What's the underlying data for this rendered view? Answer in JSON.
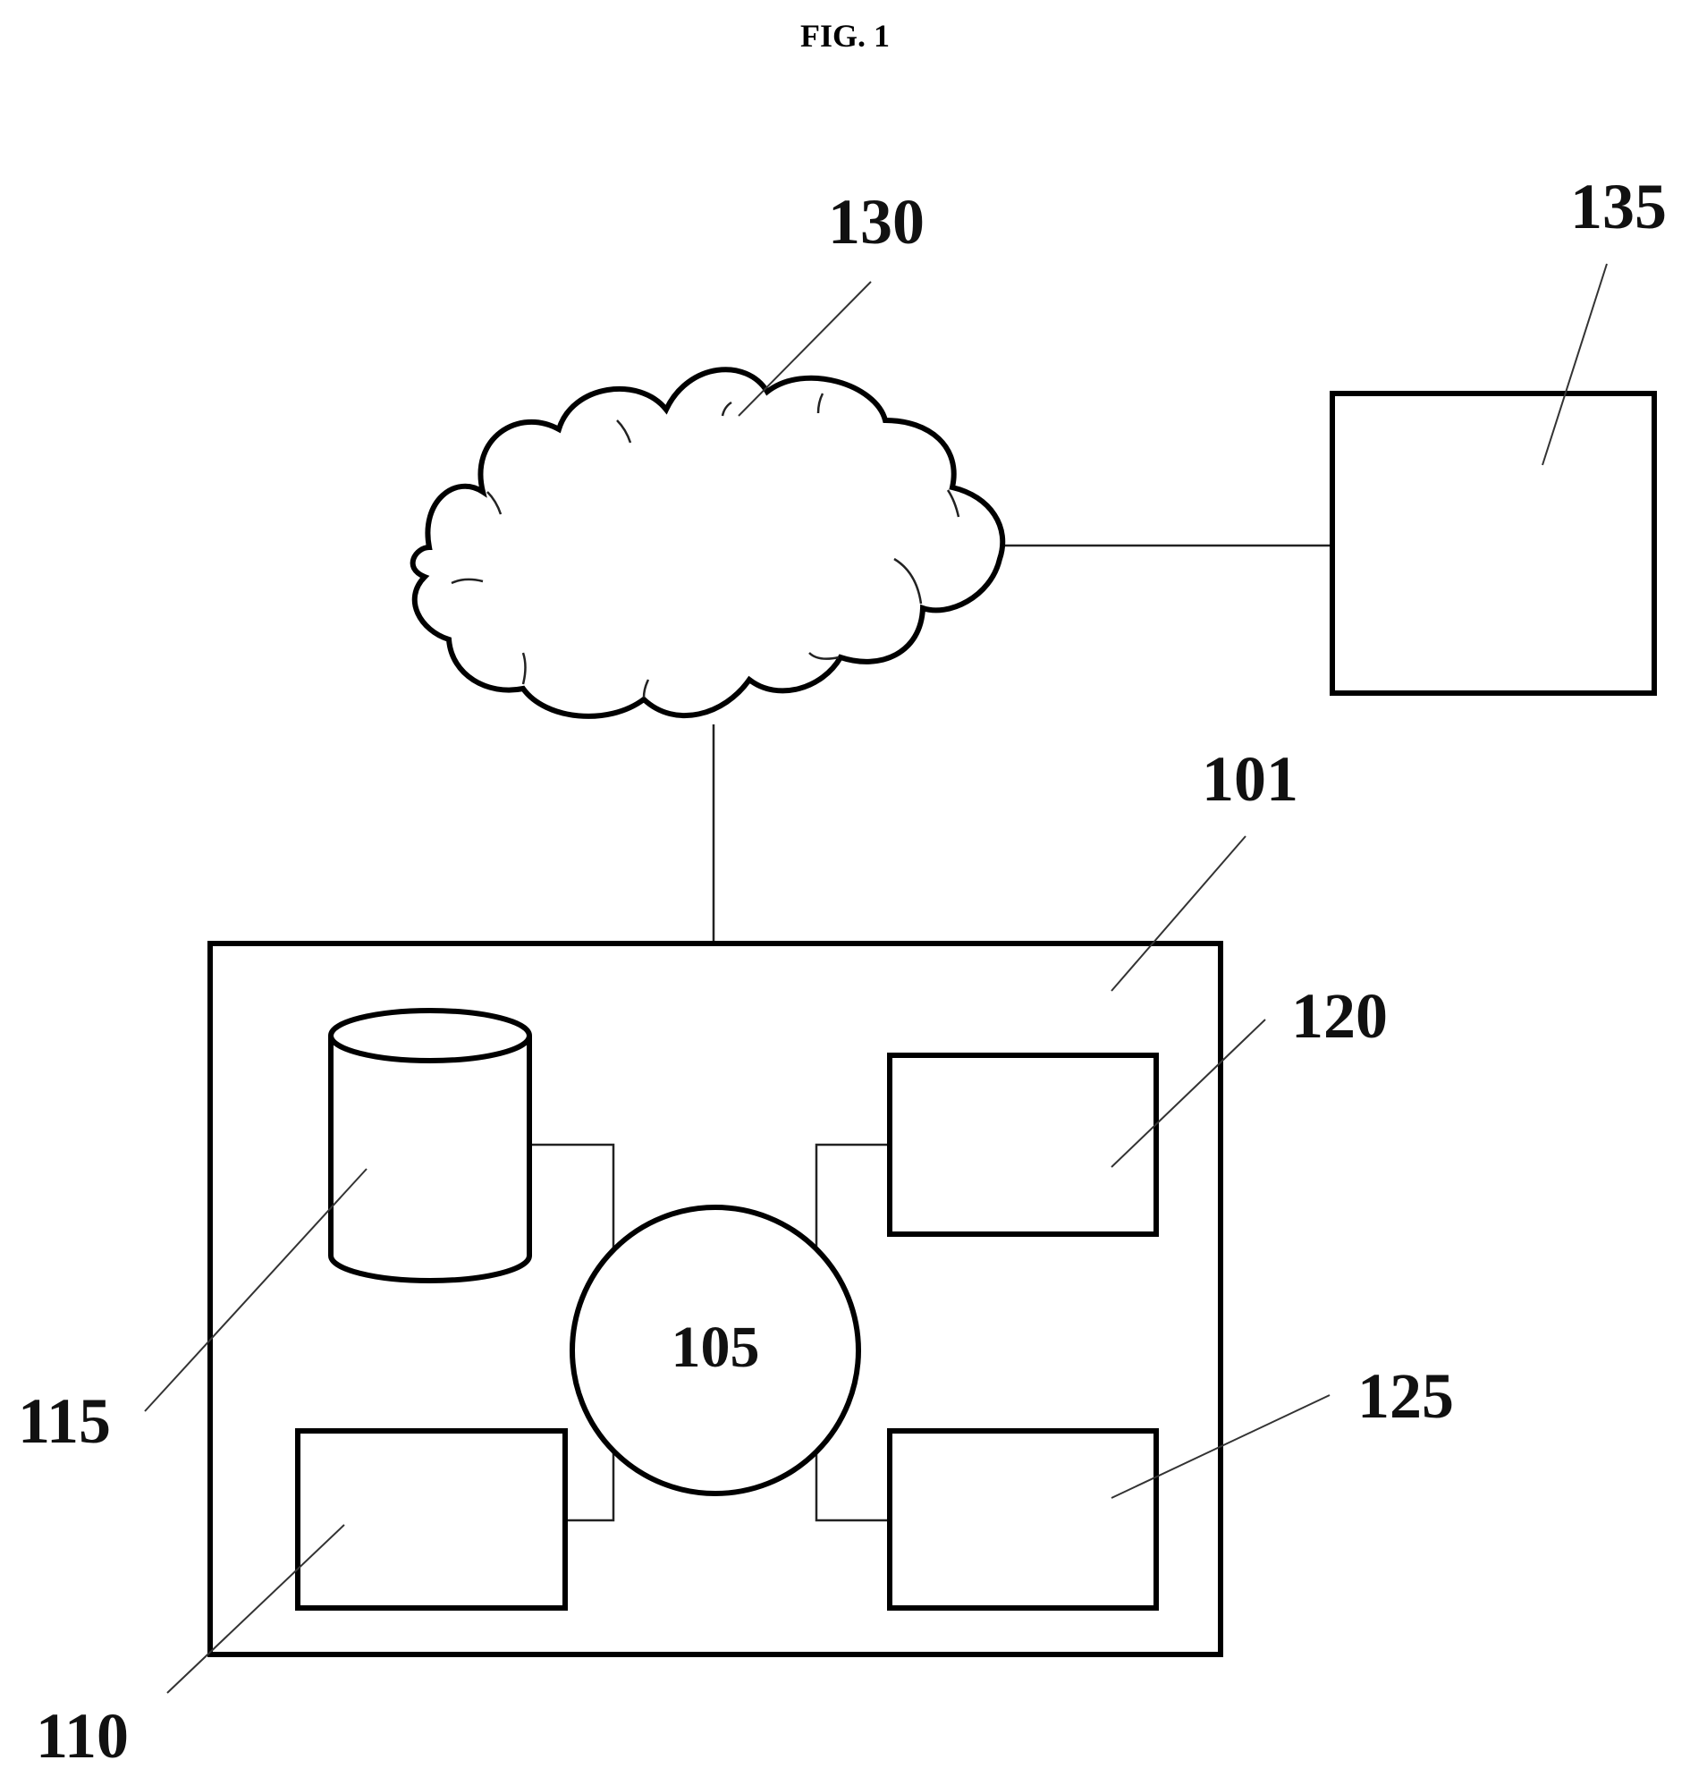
{
  "figure": {
    "title": "FIG. 1"
  },
  "labels": {
    "network": "130",
    "remote_device": "135",
    "system": "101",
    "processor": "105",
    "storage": "115",
    "module_110": "110",
    "module_120": "120",
    "module_125": "125"
  }
}
